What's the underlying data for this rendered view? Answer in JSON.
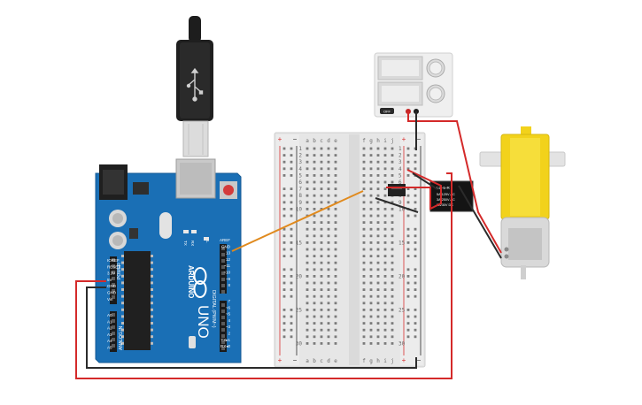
{
  "arduino": {
    "brand": "ARDUINO",
    "model": "UNO",
    "digital_label": "DIGITAL (PWM~)",
    "power_label": "POWER",
    "analog_label": "ANALOG IN",
    "led_labels": [
      "L",
      "TX",
      "RX"
    ],
    "power_pins": [
      "IOREF",
      "RESET",
      "3.3V",
      "5V",
      "GND",
      "GND",
      "Vin"
    ],
    "analog_pins": [
      "A0",
      "A1",
      "A2",
      "A3",
      "A4",
      "A5"
    ],
    "digital_pins_top": [
      "AREF",
      "GND",
      "13",
      "12",
      "~11",
      "~10",
      "~9",
      "8"
    ],
    "digital_pins_bottom": [
      "7",
      "~6",
      "~5",
      "4",
      "~3",
      "2",
      "TX▸1",
      "RX◂0"
    ]
  },
  "breadboard": {
    "col_letters_left": [
      "a",
      "b",
      "c",
      "d",
      "e"
    ],
    "col_letters_right": [
      "f",
      "g",
      "h",
      "i",
      "j"
    ],
    "row_count": 30,
    "rail_plus": "+",
    "rail_minus": "−"
  },
  "relay": {
    "lines": [
      "LU-5-R",
      "5A/125V AC",
      "3A/250V AC",
      "3A/30V DC"
    ]
  },
  "power_supply": {
    "switch_label": "OFF"
  },
  "colors": {
    "wire_red": "#d42a2a",
    "wire_black": "#2b2b2b",
    "wire_orange": "#e08a1e",
    "arduino_blue": "#1a6fb5",
    "motor_yellow": "#f2d21b"
  }
}
